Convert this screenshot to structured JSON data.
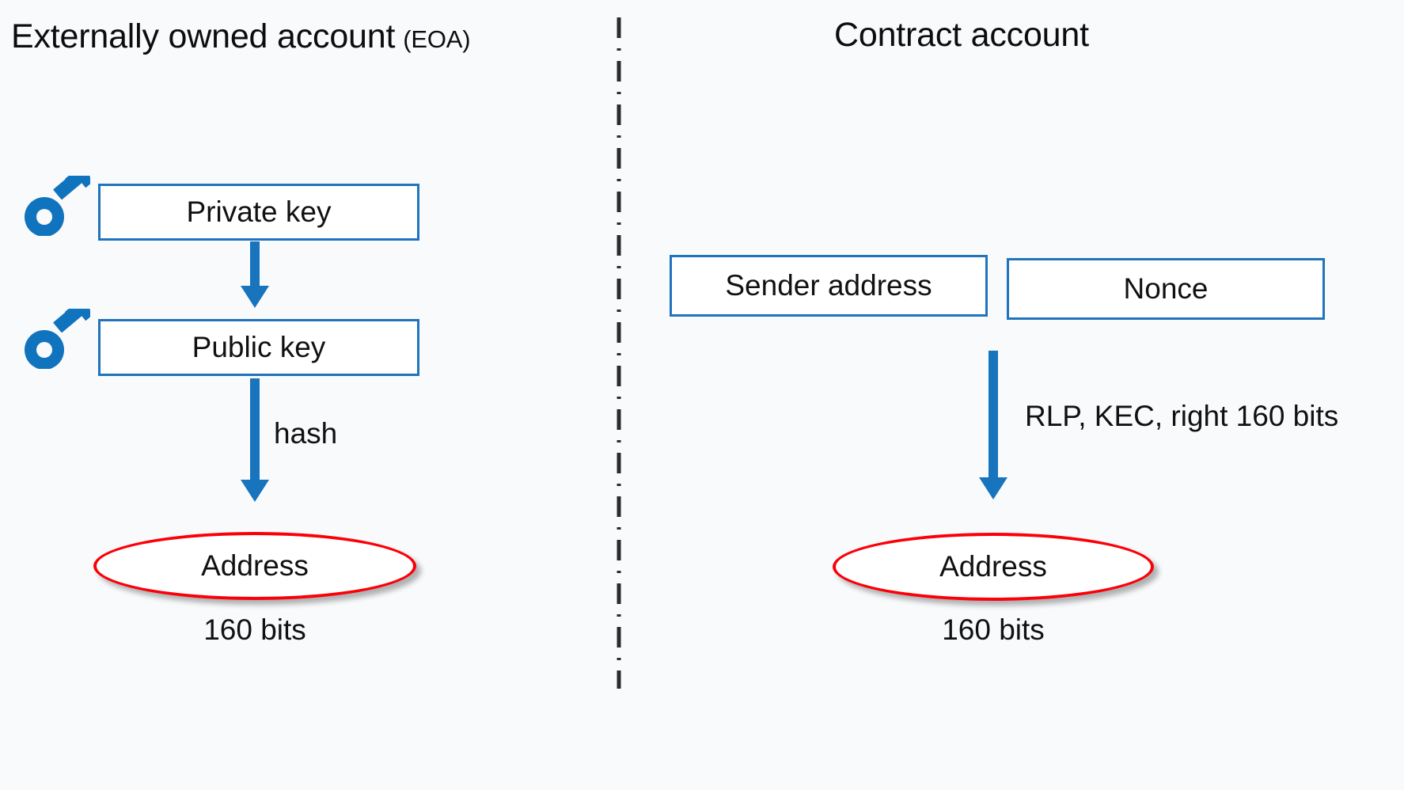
{
  "diagram": {
    "background_color": "#f9fafc",
    "accent_blue": "#1f74bd",
    "accent_red": "#fb0007",
    "text_color": "#111111"
  },
  "left_panel": {
    "title_main": "Externally owned account",
    "title_sub": "(EOA)",
    "private_key_box": "Private key",
    "public_key_box": "Public key",
    "arrow_label": "hash",
    "address_ellipse": "Address",
    "address_caption": "160 bits",
    "icons": {
      "private_key_icon": "key-icon",
      "public_key_icon": "key-icon"
    }
  },
  "right_panel": {
    "title_main": "Contract account",
    "sender_address_box": "Sender address",
    "nonce_box": "Nonce",
    "arrow_label": "RLP, KEC, right 160 bits",
    "address_ellipse": "Address",
    "address_caption": "160 bits"
  },
  "divider": {
    "style": "dash-dot-vertical"
  }
}
